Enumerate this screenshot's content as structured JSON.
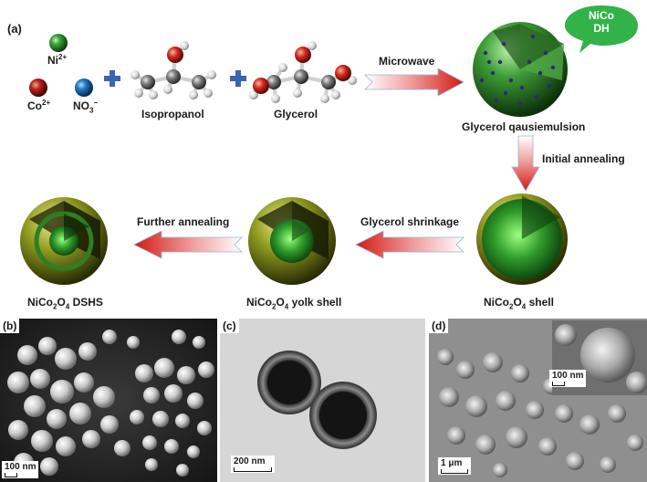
{
  "panel_a": {
    "letter": "(a)",
    "ions": {
      "ni": "Ni",
      "ni_sup": "2+",
      "co": "Co",
      "co_sup": "2+",
      "no3": "NO",
      "no3_sub": "3",
      "no3_sup": "−"
    },
    "reagents": {
      "isopropanol": "Isopropanol",
      "glycerol": "Glycerol"
    },
    "arrows": {
      "microwave": "Microwave",
      "initial_annealing": "Initial annealing",
      "glycerol_shrinkage": "Glycerol shrinkage",
      "further_annealing": "Further annealing"
    },
    "emulsion": {
      "bubble_line1": "NiCo",
      "bubble_line2": "DH",
      "label": "Glycerol qausiemulsion"
    },
    "products": {
      "shell_a": "NiCo",
      "shell_b": "2",
      "shell_c": "O",
      "shell_d": "4",
      "shell_e": " shell",
      "yolk_a": "NiCo",
      "yolk_b": "2",
      "yolk_c": "O",
      "yolk_d": "4",
      "yolk_e": " yolk shell",
      "dshs_a": "NiCo",
      "dshs_b": "2",
      "dshs_c": "O",
      "dshs_d": "4",
      "dshs_e": " DSHS"
    }
  },
  "panel_b": {
    "letter": "(b)",
    "scale": "100 nm"
  },
  "panel_c": {
    "letter": "(c)",
    "scale": "200 nm"
  },
  "panel_d": {
    "letter": "(d)",
    "scale": "1 μm",
    "inset_scale": "100 nm"
  }
}
